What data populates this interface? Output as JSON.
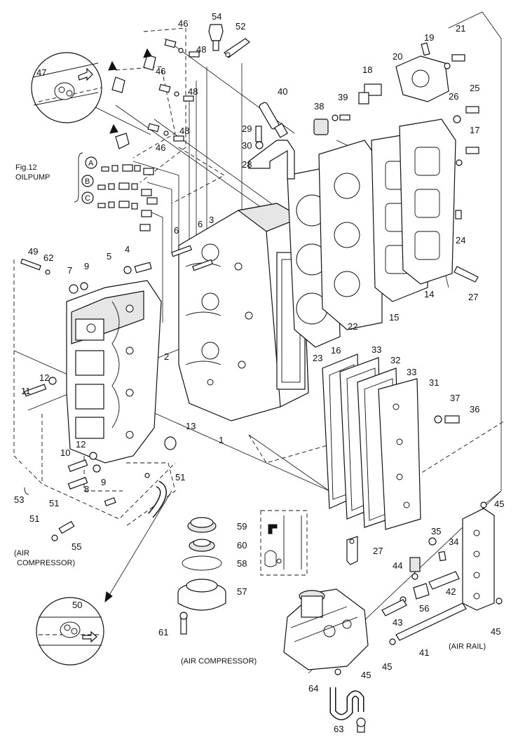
{
  "callouts": [
    {
      "id": "46a",
      "text": "46"
    },
    {
      "id": "54",
      "text": "54"
    },
    {
      "id": "52",
      "text": "52"
    },
    {
      "id": "48a",
      "text": "48"
    },
    {
      "id": "47",
      "text": "47"
    },
    {
      "id": "46b",
      "text": "46"
    },
    {
      "id": "48b",
      "text": "48"
    },
    {
      "id": "40",
      "text": "40"
    },
    {
      "id": "39",
      "text": "39"
    },
    {
      "id": "38",
      "text": "38"
    },
    {
      "id": "18",
      "text": "18"
    },
    {
      "id": "19",
      "text": "19"
    },
    {
      "id": "21",
      "text": "21"
    },
    {
      "id": "20",
      "text": "20"
    },
    {
      "id": "26",
      "text": "26"
    },
    {
      "id": "25",
      "text": "25"
    },
    {
      "id": "17",
      "text": "17"
    },
    {
      "id": "48c",
      "text": "48"
    },
    {
      "id": "46c",
      "text": "46"
    },
    {
      "id": "29",
      "text": "29"
    },
    {
      "id": "30",
      "text": "30"
    },
    {
      "id": "28",
      "text": "28"
    },
    {
      "id": "6a",
      "text": "6"
    },
    {
      "id": "6b",
      "text": "6"
    },
    {
      "id": "3",
      "text": "3"
    },
    {
      "id": "4",
      "text": "4"
    },
    {
      "id": "5",
      "text": "5"
    },
    {
      "id": "49",
      "text": "49"
    },
    {
      "id": "62",
      "text": "62"
    },
    {
      "id": "7",
      "text": "7"
    },
    {
      "id": "9a",
      "text": "9"
    },
    {
      "id": "24",
      "text": "24"
    },
    {
      "id": "14",
      "text": "14"
    },
    {
      "id": "27a",
      "text": "27"
    },
    {
      "id": "15",
      "text": "15"
    },
    {
      "id": "22",
      "text": "22"
    },
    {
      "id": "16",
      "text": "16"
    },
    {
      "id": "23",
      "text": "23"
    },
    {
      "id": "2",
      "text": "2"
    },
    {
      "id": "11",
      "text": "11"
    },
    {
      "id": "12a",
      "text": "12"
    },
    {
      "id": "33a",
      "text": "33"
    },
    {
      "id": "32",
      "text": "32"
    },
    {
      "id": "33b",
      "text": "33"
    },
    {
      "id": "31",
      "text": "31"
    },
    {
      "id": "37",
      "text": "37"
    },
    {
      "id": "36",
      "text": "36"
    },
    {
      "id": "13",
      "text": "13"
    },
    {
      "id": "1",
      "text": "1"
    },
    {
      "id": "12b",
      "text": "12"
    },
    {
      "id": "10",
      "text": "10"
    },
    {
      "id": "9b",
      "text": "9"
    },
    {
      "id": "8",
      "text": "8"
    },
    {
      "id": "51a",
      "text": "51"
    },
    {
      "id": "53",
      "text": "53"
    },
    {
      "id": "51b",
      "text": "51"
    },
    {
      "id": "51c",
      "text": "51"
    },
    {
      "id": "55",
      "text": "55"
    },
    {
      "id": "59",
      "text": "59"
    },
    {
      "id": "60",
      "text": "60"
    },
    {
      "id": "58",
      "text": "58"
    },
    {
      "id": "57",
      "text": "57"
    },
    {
      "id": "61",
      "text": "61"
    },
    {
      "id": "50",
      "text": "50"
    },
    {
      "id": "45a",
      "text": "45"
    },
    {
      "id": "35",
      "text": "35"
    },
    {
      "id": "34",
      "text": "34"
    },
    {
      "id": "27b",
      "text": "27"
    },
    {
      "id": "44",
      "text": "44"
    },
    {
      "id": "42",
      "text": "42"
    },
    {
      "id": "56",
      "text": "56"
    },
    {
      "id": "43",
      "text": "43"
    },
    {
      "id": "45b",
      "text": "45"
    },
    {
      "id": "41",
      "text": "41"
    },
    {
      "id": "45c",
      "text": "45"
    },
    {
      "id": "45d",
      "text": "45"
    },
    {
      "id": "64",
      "text": "64"
    },
    {
      "id": "63",
      "text": "63"
    }
  ],
  "notes": {
    "fig_ref_line1": "Fig.12",
    "fig_ref_line2": "OILPUMP",
    "marker_a": "A",
    "marker_b": "B",
    "marker_c": "C",
    "air_compressor_note_line1": "(AIR",
    "air_compressor_note_line2": "COMPRESSOR)",
    "air_compressor_label": "(AIR COMPRESSOR)",
    "air_rail_label": "(AIR RAIL)"
  }
}
